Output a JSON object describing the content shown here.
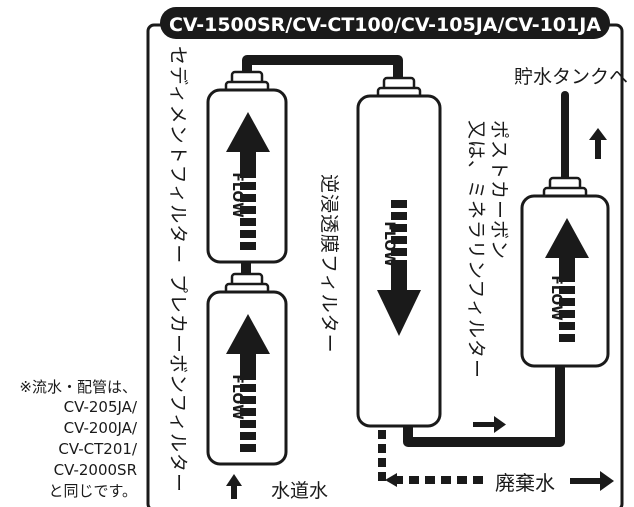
{
  "header": {
    "models": "CV-1500SR/CV-CT100/CV-105JA/CV-101JA"
  },
  "filters": {
    "sediment": "セディメントフィルター",
    "precarbon": "プレカーボンフィルター",
    "ro": "逆浸透膜フィルター",
    "postcarbon_line1": "ポストカーボン",
    "postcarbon_line2": "又は、ミネラリンフィルター"
  },
  "flow_label": "FLOW",
  "labels": {
    "to_tank": "貯水タンクへ",
    "tap_water": "水道水",
    "waste_water": "廃棄水"
  },
  "note": {
    "lines": [
      "※流水・配管は、",
      "CV-205JA/",
      "CV-200JA/",
      "CV-CT201/",
      "CV-2000SR",
      "と同じです。"
    ]
  },
  "colors": {
    "ink": "#1a1a1a",
    "header_bg": "#1a1a1a",
    "header_text": "#ffffff",
    "canister_fill": "#ffffff"
  }
}
